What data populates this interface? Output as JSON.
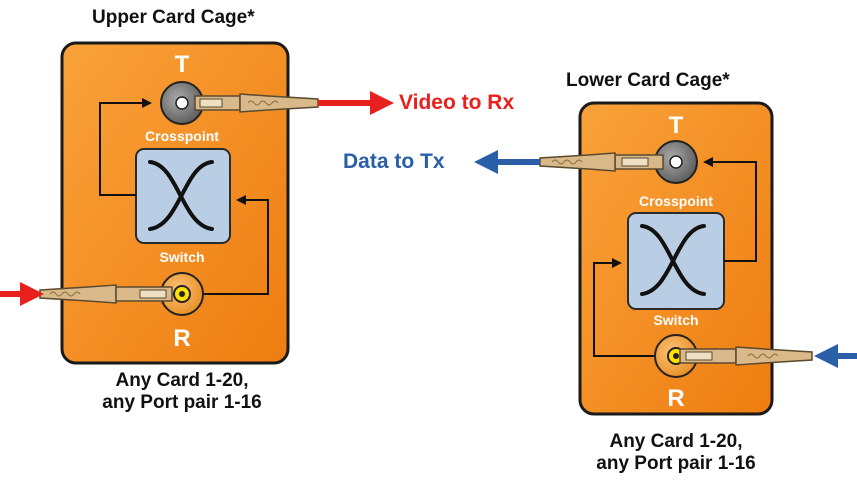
{
  "colors": {
    "card_fill": "#f7941d",
    "card_stroke": "#1a1a1a",
    "switch_fill": "#b9cde4",
    "video": "#e8201e",
    "data": "#2a5fa8",
    "connector": "#d9b889"
  },
  "upper": {
    "title": "Upper Card Cage*",
    "t_label": "T",
    "r_label": "R",
    "crosspoint": "Crosspoint",
    "switch": "Switch",
    "caption_line1": "Any Card 1-20,",
    "caption_line2": "any Port pair 1-16",
    "output_label": "Video to Rx"
  },
  "lower": {
    "title": "Lower Card Cage*",
    "t_label": "T",
    "r_label": "R",
    "crosspoint": "Crosspoint",
    "switch": "Switch",
    "caption_line1": "Any Card 1-20,",
    "caption_line2": "any Port pair 1-16",
    "output_label": "Data to Tx"
  },
  "icons": [
    "crosspoint-x-icon",
    "fiber-connector-icon",
    "arrow-right-icon",
    "arrow-left-icon"
  ]
}
